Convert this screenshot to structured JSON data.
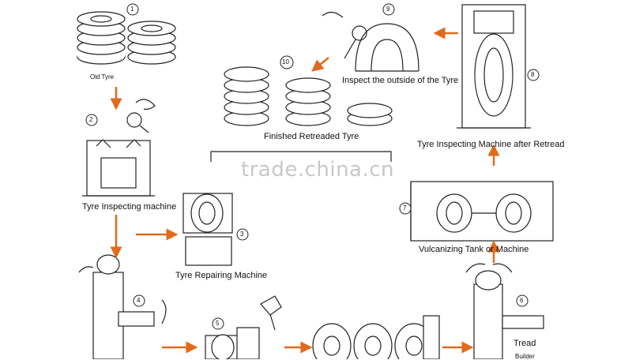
{
  "colors": {
    "arrow": "#e06a1e",
    "line": "#222222",
    "watermark": "#c8c8c8"
  },
  "steps": [
    {
      "num": "1",
      "label": "Old Tyre"
    },
    {
      "num": "2",
      "label": "Tyre Inspecting machine"
    },
    {
      "num": "3",
      "label": "Tyre Repairing Machine"
    },
    {
      "num": "4",
      "label": ""
    },
    {
      "num": "5",
      "label": ""
    },
    {
      "num": "6",
      "label": "Tread"
    },
    {
      "num": "7",
      "label": "Vulcanizing Tank or Machine"
    },
    {
      "num": "8",
      "label": "Tyre Inspecting Machine after Retread"
    },
    {
      "num": "9",
      "label": "Inspect the outside of the Tyre"
    },
    {
      "num": "10",
      "label": "Finished Retreaded Tyre"
    }
  ],
  "partial_label": "Builder",
  "watermark": "trade.china.cn"
}
